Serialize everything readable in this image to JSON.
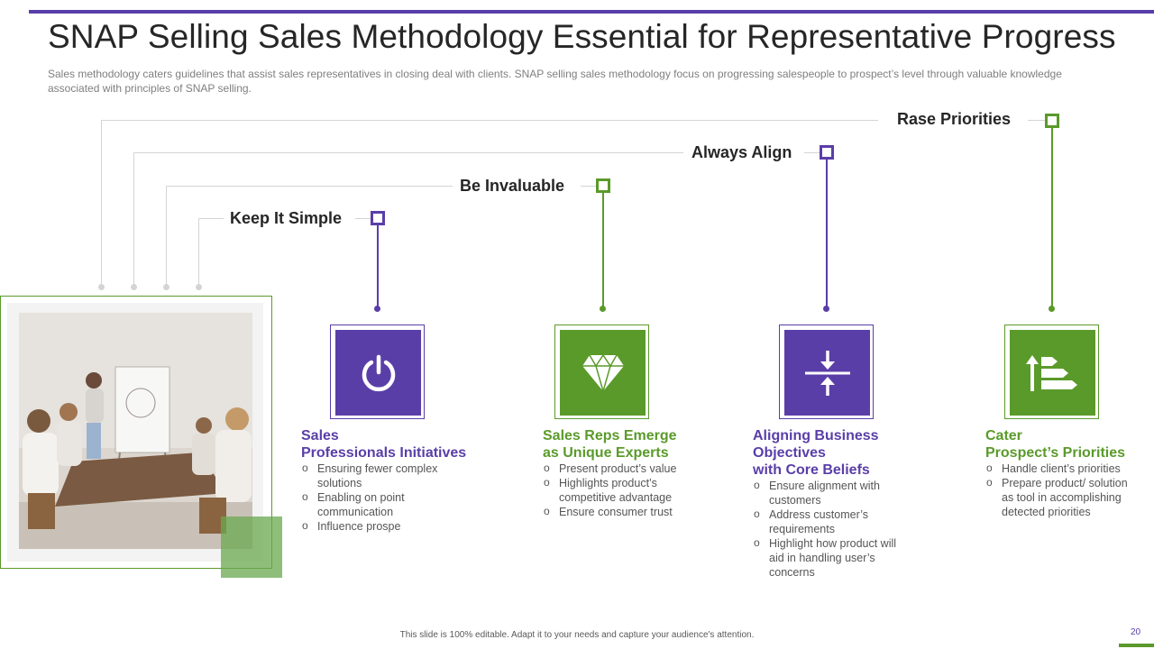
{
  "slide": {
    "title": "SNAP Selling Sales Methodology Essential for Representative Progress",
    "subtitle": "Sales methodology caters guidelines that assist sales representatives  in closing deal with clients. SNAP selling sales methodology focus on progressing salespeople to prospect’s level through valuable knowledge  associated with principles of SNAP selling.",
    "footer": "This slide is 100% editable. Adapt it to your needs and capture your audience's attention.",
    "page_number": "20"
  },
  "colors": {
    "purple": "#5a3ea8",
    "green": "#5a9a2a",
    "gray_line": "#d4d4d4"
  },
  "steps": [
    {
      "label": "Keep It Simple",
      "icon": "power-icon",
      "heading_line1": "Sales",
      "heading_line2": "Professionals Initiatives",
      "bullets": [
        "Ensuring fewer complex solutions",
        "Enabling on point communication",
        "Influence prospe"
      ]
    },
    {
      "label": "Be Invaluable",
      "icon": "diamond-icon",
      "heading_line1": "Sales Reps Emerge",
      "heading_line2": "as Unique Experts",
      "bullets": [
        "Present product’s value",
        "Highlights product’s competitive  advantage",
        "Ensure consumer trust"
      ]
    },
    {
      "label": "Always Align",
      "icon": "align-arrows-icon",
      "heading_line1": "Aligning Business",
      "heading_line2": "Objectives",
      "heading_line3": "with Core Beliefs",
      "bullets": [
        "Ensure alignment with customers",
        "Address customer’s requirements",
        "Highlight how product will aid in handling user’s concerns"
      ]
    },
    {
      "label": "Rase Priorities",
      "icon": "priority-arrow-icon",
      "heading_line1": "Cater",
      "heading_line2": "Prospect’s  Priorities",
      "bullets": [
        "Handle client’s priorities",
        "Prepare product/ solution as tool in accomplishing detected priorities"
      ]
    }
  ]
}
